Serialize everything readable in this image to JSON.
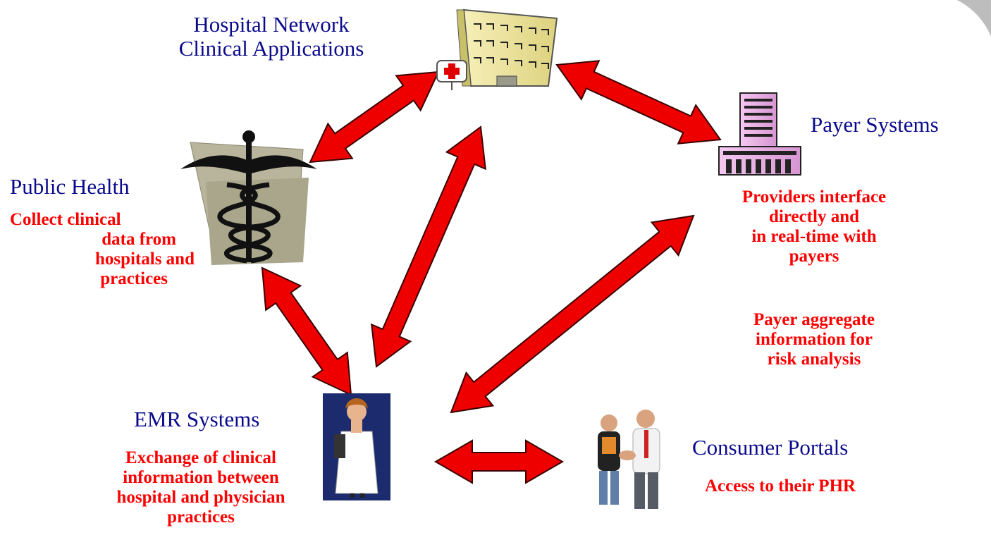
{
  "nodes": {
    "hospital": {
      "label_lines": [
        "Hospital Network",
        "Clinical Applications"
      ]
    },
    "payer": {
      "label": "Payer Systems",
      "notes": [
        [
          "Providers interface",
          "directly and",
          "in real-time with",
          "payers"
        ],
        [
          "Payer aggregate",
          "information for",
          "risk analysis"
        ]
      ]
    },
    "public_health": {
      "label": "Public Health",
      "note_lines": [
        "Collect clinical",
        "data from",
        "hospitals and",
        "practices"
      ]
    },
    "emr": {
      "label": "EMR Systems",
      "note_lines": [
        "Exchange of clinical",
        "information between",
        "hospital and physician",
        "practices"
      ]
    },
    "consumer": {
      "label": "Consumer Portals",
      "note": "Access to their PHR"
    }
  },
  "icons": [
    "hospital-building-icon",
    "caduceus-icon",
    "office-building-icon",
    "doctor-icon",
    "handshake-people-icon"
  ],
  "connections": [
    [
      "hospital",
      "public_health"
    ],
    [
      "hospital",
      "payer"
    ],
    [
      "hospital",
      "emr"
    ],
    [
      "public_health",
      "emr"
    ],
    [
      "payer",
      "emr"
    ],
    [
      "emr",
      "consumer"
    ]
  ],
  "colors": {
    "label": "#0a0a8c",
    "note": "#ff0000",
    "arrow": "#ee0000"
  }
}
